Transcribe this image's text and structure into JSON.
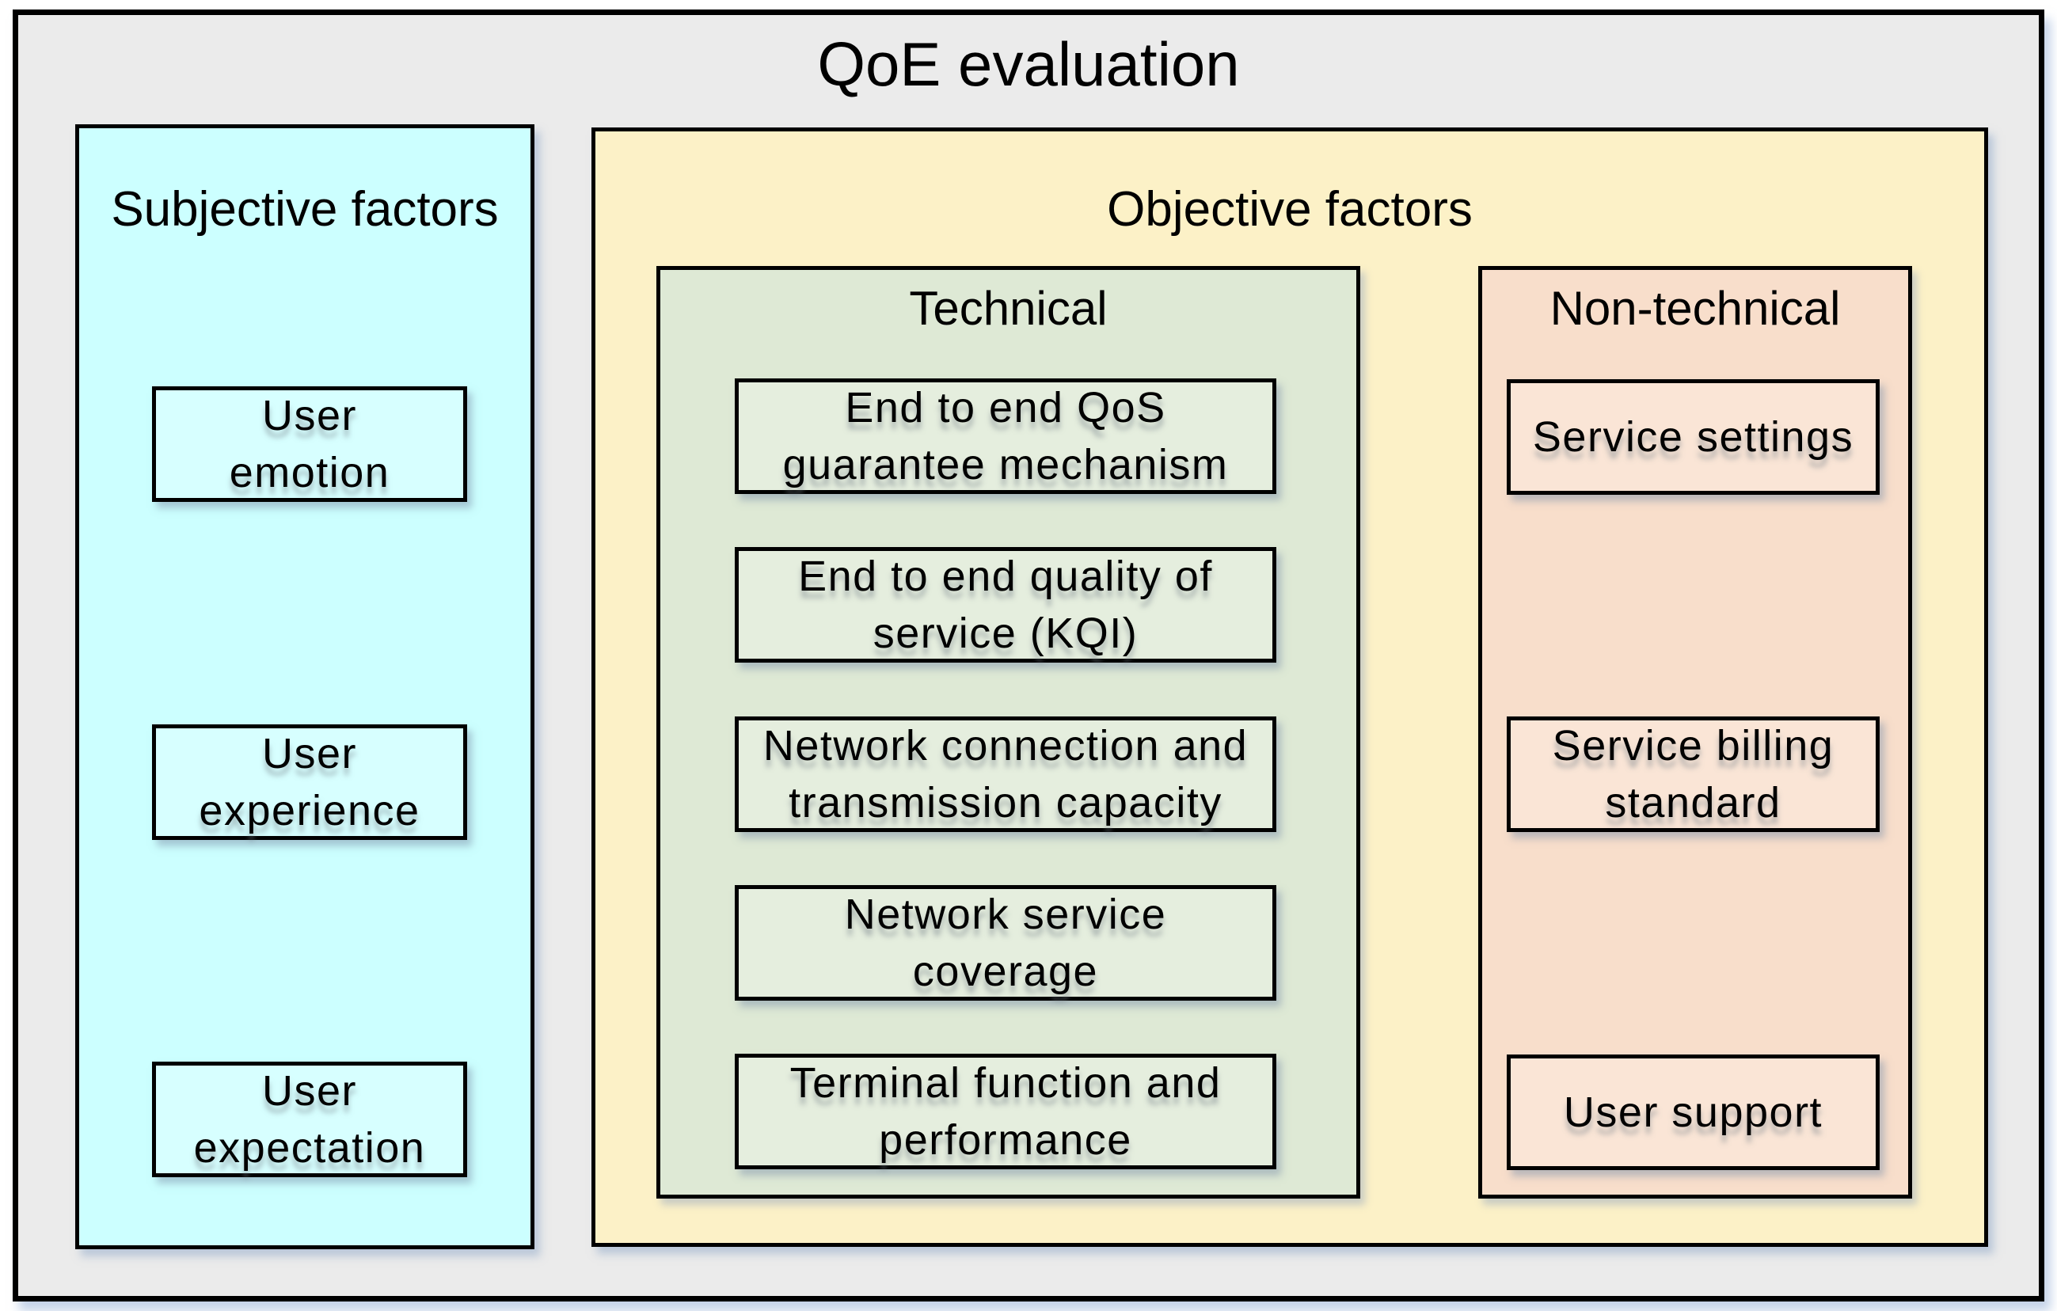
{
  "title": "QoE evaluation",
  "colors": {
    "outer_bg": "#EBEBEB",
    "subjective_bg": "#CCFFFF",
    "objective_bg": "#FCF1C7",
    "technical_bg": "#DEE9D5",
    "non_technical_bg": "#F8DECB",
    "border": "#000000"
  },
  "subjective": {
    "label": "Subjective factors",
    "items": [
      {
        "label": "User\nemotion"
      },
      {
        "label": "User\nexperience"
      },
      {
        "label": "User\nexpectation"
      }
    ]
  },
  "objective": {
    "label": "Objective factors",
    "technical": {
      "label": "Technical",
      "items": [
        {
          "label": "End to end QoS\nguarantee mechanism"
        },
        {
          "label": "End to end quality of\nservice (KQI)"
        },
        {
          "label": "Network connection and\ntransmission capacity"
        },
        {
          "label": "Network service\ncoverage"
        },
        {
          "label": "Terminal function and\nperformance"
        }
      ]
    },
    "non_technical": {
      "label": "Non-technical",
      "items": [
        {
          "label": "Service settings"
        },
        {
          "label": "Service billing\nstandard"
        },
        {
          "label": "User support"
        }
      ]
    }
  }
}
